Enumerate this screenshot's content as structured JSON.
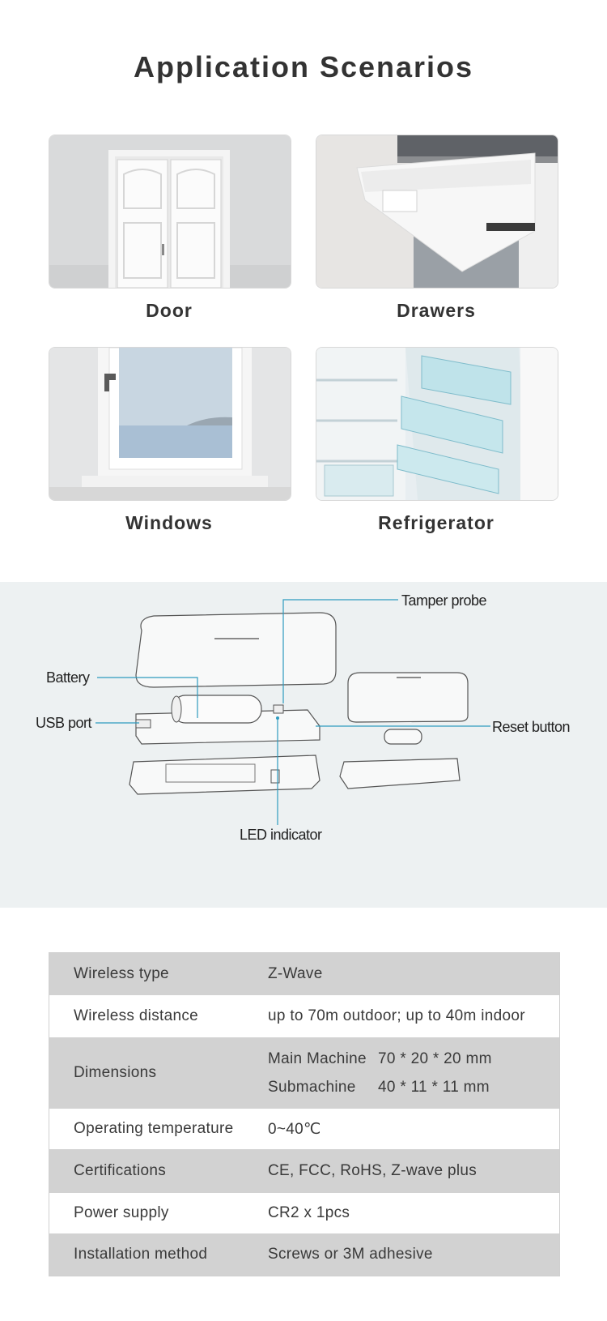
{
  "heading": "Application Scenarios",
  "scenarios": [
    {
      "label": "Door"
    },
    {
      "label": "Drawers"
    },
    {
      "label": "Windows"
    },
    {
      "label": "Refrigerator"
    }
  ],
  "diagram": {
    "tamper_probe": "Tamper probe",
    "battery": "Battery",
    "usb_port": "USB port",
    "reset_button": "Reset button",
    "led_indicator": "LED indicator",
    "line_color": "#2e9bbf"
  },
  "specs": {
    "wireless_type": {
      "label": "Wireless type",
      "value": "Z-Wave"
    },
    "wireless_distance": {
      "label": "Wireless distance",
      "value": "up to 70m outdoor; up to 40m indoor"
    },
    "dimensions": {
      "label": "Dimensions",
      "main_name": "Main Machine",
      "main_value": "70 * 20 * 20 mm",
      "sub_name": "Submachine",
      "sub_value": "40 * 11 * 11 mm"
    },
    "operating_temperature": {
      "label": "Operating temperature",
      "value": "0~40℃"
    },
    "certifications": {
      "label": "Certifications",
      "value": "CE, FCC, RoHS, Z-wave plus"
    },
    "power_supply": {
      "label": "Power supply",
      "value": "CR2 x 1pcs"
    },
    "installation_method": {
      "label": "Installation method",
      "value": "Screws or 3M adhesive"
    }
  }
}
